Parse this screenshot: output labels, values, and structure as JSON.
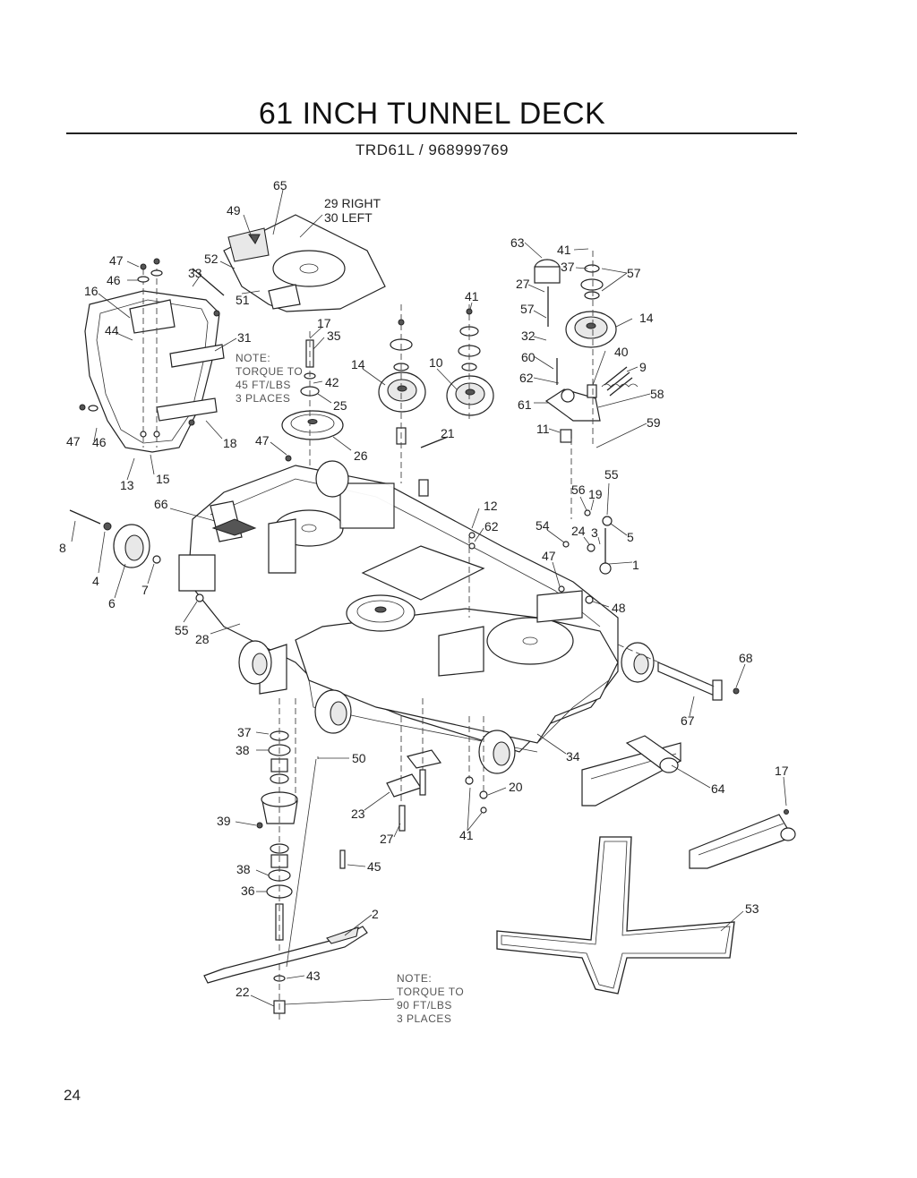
{
  "title": "61 INCH TUNNEL DECK",
  "subtitle": "TRD61L / 968999769",
  "page_number": "24",
  "callouts": {
    "c65": "65",
    "c49": "49",
    "c29": "29  RIGHT",
    "c30": "30  LEFT",
    "c47a": "47",
    "c46a": "46",
    "c52": "52",
    "c33": "33",
    "c16": "16",
    "c51": "51",
    "c44": "44",
    "c31": "31",
    "c17a": "17",
    "c35": "35",
    "c42": "42",
    "c25": "25",
    "c26": "26",
    "c18": "18",
    "c47b": "47",
    "c47c": "47",
    "c46b": "46",
    "c13": "13",
    "c15": "15",
    "c14a": "14",
    "c10": "10",
    "c41a": "41",
    "c21": "21",
    "c63": "63",
    "c41b": "41",
    "c37a": "37",
    "c57a": "57",
    "c27a": "27",
    "c57b": "57",
    "c14b": "14",
    "c32": "32",
    "c40": "40",
    "c9": "9",
    "c60": "60",
    "c62a": "62",
    "c58": "58",
    "c61": "61",
    "c59": "59",
    "c11": "11",
    "c66": "66",
    "c8": "8",
    "c4": "4",
    "c6": "6",
    "c7": "7",
    "c55a": "55",
    "c28": "28",
    "c12": "12",
    "c62b": "62",
    "c55b": "55",
    "c56": "56",
    "c19": "19",
    "c54": "54",
    "c24": "24",
    "c3": "3",
    "c5": "5",
    "c1": "1",
    "c47d": "47",
    "c48": "48",
    "c68": "68",
    "c67": "67",
    "c34": "34",
    "c17b": "17",
    "c64": "64",
    "c37b": "37",
    "c38a": "38",
    "c50": "50",
    "c39": "39",
    "c23": "23",
    "c27b": "27",
    "c20": "20",
    "c41c": "41",
    "c45": "45",
    "c38b": "38",
    "c36": "36",
    "c2": "2",
    "c53": "53",
    "c43": "43",
    "c22": "22"
  },
  "notes": {
    "upper": [
      "NOTE:",
      "TORQUE TO",
      "45 FT/LBS",
      "3 PLACES"
    ],
    "lower": [
      "NOTE:",
      "TORQUE TO",
      "90 FT/LBS",
      "3 PLACES"
    ]
  }
}
